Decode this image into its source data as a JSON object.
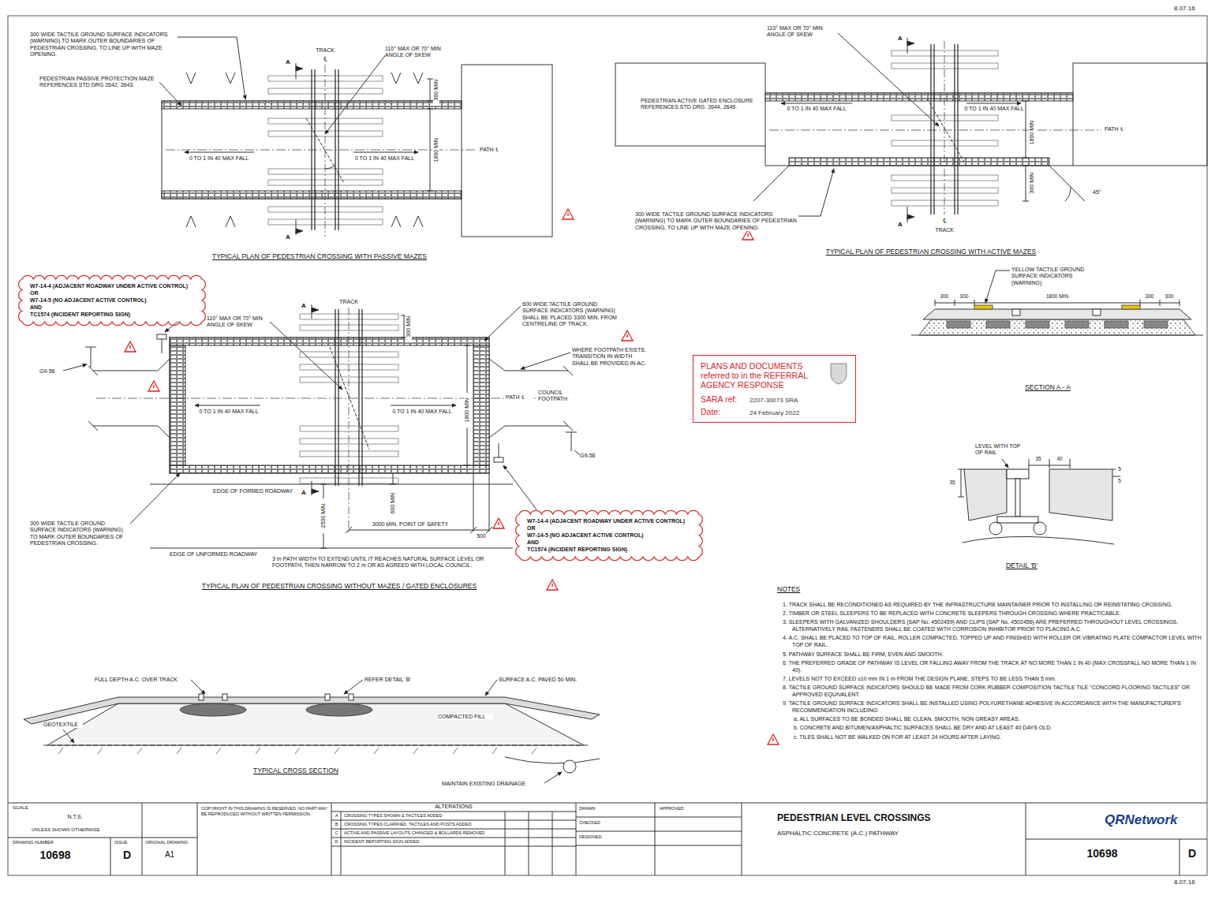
{
  "diagram": {
    "nodes": [
      {
        "text": [
          "W7-14-4 (ADJACENT ROADWAY UNDER ACTIVE CONTROL)",
          "OR",
          "W7-14-5 (NO ADJACENT ACTIVE CONTROL)",
          "AND",
          "TC1574 (INCIDENT REPORTING SIGN)"
        ]
      },
      {
        "text": [
          "PLANS AND DOCUMENTS referred to in the REFERRAL AGENCY RESPONSE",
          "SARA ref:",
          "2207-30073 SRA",
          "Date:",
          "24 February 2022"
        ]
      },
      {
        "text": [
          "W7-14-4 (ADJACENT ROADWAY UNDER ACTIVE CONTROL)",
          "OR",
          "W7-14-5 (NO ADJACENT ACTIVE CONTROL)",
          "AND",
          "TC1574 (INCIDENT REPORTING SIGN)"
        ]
      }
    ],
    "labels": [
      "8.07.16",
      "300 WIDE TACTILE GROUND SURFACE INDICATORS (WARNING) TO MARK OUTER BOUNDARIES OF PEDESTRIAN CROSSING, TO LINE UP WITH MAZE OPENING.",
      "PEDESTRIAN PASSIVE PROTECTION MAZE REFERENCES STD DRG 2642, 2643.",
      "TRACK",
      "℄",
      "110° MAX OR 70° MIN ANGLE OF SKEW",
      "300 MIN",
      "1800 MIN",
      "0 TO 1 IN 40 MAX FALL",
      "0 TO 1 IN 40 MAX FALL",
      "PATH ℄",
      "A",
      "A",
      "TYPICAL PLAN OF PEDESTRIAN CROSSING WITH PASSIVE MAZES",
      "110° MAX OR 70° MIN ANGLE OF SKEW",
      "PEDESTRIAN ACTIVE GATED ENCLOSURE REFERENCES STD DRG. 2644, 2645.",
      "0 TO 1 IN 40 MAX FALL",
      "0 TO 1 IN 40 MAX FALL",
      "1800 MIN",
      "300 MIN",
      "PATH ℄",
      "45°",
      "300 WIDE TACTILE GROUND SURFACE INDICATORS (WARNING) TO MARK OUTER BOUNDARIES OF PEDESTRIAN CROSSING, TO LINE UP WITH MAZE OPENING.",
      "℄",
      "TRACK",
      "A",
      "A",
      "TYPICAL PLAN OF PEDESTRIAN CROSSING WITH ACTIVE MAZES",
      "G9-58",
      "TRACK",
      "110° MAX OR 70° MIN ANGLE OF SKEW",
      "600 WIDE TACTILE GROUND SURFACE INDICATORS (WARNING) SHALL BE PLACED 3300 MIN. FROM CENTRELINE OF TRACK.",
      "WHERE FOOTPATH EXISTS, TRANSITION IN WIDTH SHALL BE PROVIDED IN AC.",
      "COUNCIL FOOTPATH",
      "PATH ℄",
      "0 TO 1 IN 40 MAX FALL",
      "0 TO 1 IN 40 MAX FALL",
      "1800 MIN",
      "300 MIN",
      "2500 MIN",
      "600 MIN",
      "G9-58",
      "300 WIDE TACTILE GROUND SURFACE INDICATORS (WARNING) TO MARK OUTER BOUNDARIES OF PEDESTRIAN CROSSING.",
      "EDGE OF FORMED ROADWAY",
      "EDGE OF UNFORMED ROADWAY",
      "3000 MIN. POINT OF SAFETY",
      "500",
      "3 m PATH WIDTH TO EXTEND UNTIL IT REACHES NATURAL SURFACE LEVEL OR FOOTPATH, THEN NARROW TO 2 m OR AS AGREED WITH LOCAL COUNCIL.",
      "A",
      "A",
      "TYPICAL PLAN OF PEDESTRIAN CROSSING WITHOUT MAZES / GATED ENCLOSURES",
      "YELLOW TACTILE GROUND SURFACE INDICATORS (WARNING)",
      "300",
      "300",
      "1800 MIN",
      "300",
      "300",
      "SECTION A - A",
      "LEVEL WITH TOP OF RAIL",
      "35",
      "40",
      "5",
      "5",
      "35",
      "DETAIL 'B'",
      "FULL DEPTH A.C. OVER TRACK",
      "REFER DETAIL 'B'",
      "SURFACE A.C. PAVED 50 MIN.",
      "GEOTEXTILE",
      "COMPACTED FILL",
      "MAINTAIN EXISTING DRAINAGE",
      "TYPICAL CROSS SECTION",
      "NOTES",
      "1. TRACK SHALL BE RECONDITIONED AS REQUIRED BY THE INFRASTRUCTURE MAINTAINER PRIOR TO INSTALLING OR REINSTATING CROSSING.",
      "2. TIMBER OR STEEL SLEEPERS TO BE REPLACED WITH CONCRETE SLEEPERS THROUGH CROSSING WHERE PRACTICABLE.",
      "3. SLEEPERS WITH GALVANIZED SHOULDERS (SAP No. 4502459) AND CLIPS (SAP No. 4502456) ARE PREFERRED THROUGHOUT LEVEL CROSSINGS. ALTERNATIVELY RAIL FASTENERS SHALL BE COATED WITH CORROSION INHIBITOR PRIOR TO PLACING A.C.",
      "4. A.C. SHALL BE PLACED TO TOP OF RAIL, ROLLER COMPACTED, TOPPED UP AND FINISHED WITH ROLLER OR VIBRATING PLATE COMPACTOR LEVEL WITH TOP OF RAIL.",
      "5. PATHWAY SURFACE SHALL BE FIRM, EVEN AND SMOOTH.",
      "6. THE PREFERRED GRADE OF PATHWAY IS LEVEL OR FALLING AWAY FROM THE TRACK AT NO MORE THAN 1 IN 40 (MAX CROSSFALL NO MORE THAN 1 IN 40).",
      "7. LEVELS NOT TO EXCEED ±10 mm IN 1 m FROM THE DESIGN PLANE, STEPS TO BE LESS THAN 5 mm.",
      "8. TACTILE GROUND SURFACE INDICATORS SHOULD BE MADE FROM CORK RUBBER COMPOSITION TACTILE TILE \"CONCORD FLOORING TACTILES\" OR APPROVED EQUIVALENT.",
      "9. TACTILE GROUND SURFACE INDICATORS SHALL BE INSTALLED USING POLYURETHANE ADHESIVE IN ACCORDANCE WITH THE MANUFACTURER'S RECOMMENDATION INCLUDING:",
      "a. ALL SURFACES TO BE BONDED SHALL BE CLEAN, SMOOTH, NON GREASY AREAS.",
      "b. CONCRETE AND BITUMEN/ASPHALTIC SURFACES SHALL BE DRY AND AT LEAST 40 DAYS OLD.",
      "c. TILES SHALL NOT BE WALKED ON FOR AT LEAST 24 HOURS AFTER LAYING.",
      "SCALE",
      "N.T.S.",
      "UNLESS SHOWN OTHERWISE",
      "DRAWING NUMBER",
      "10698",
      "ISSUE",
      "D",
      "ORIGINAL DRAWING",
      "A1",
      "COPYRIGHT IN THIS DRAWING IS RESERVED. NO PART MAY BE REPRODUCED WITHOUT WRITTEN PERMISSION.",
      "ALTERATIONS",
      "A",
      "CROSSING TYPES SHOWN & TACTILES ADDED",
      "B",
      "CROSSING TYPES CLARIFIED, TACTILES AND POSTS ADDED",
      "C",
      "ACTIVE AND PASSIVE LAYOUTS CHANGED & BOLLARDS REMOVED",
      "D",
      "INCIDENT REPORTING SIGN ADDED",
      "DRAWN",
      "CHECKED",
      "DESIGNED",
      "APPROVED",
      "PEDESTRIAN LEVEL CROSSINGS",
      "ASPHALTIC CONCRETE (A.C.) PATHWAY",
      "QRNetwork",
      "10698",
      "D",
      "8.07.16"
    ]
  }
}
